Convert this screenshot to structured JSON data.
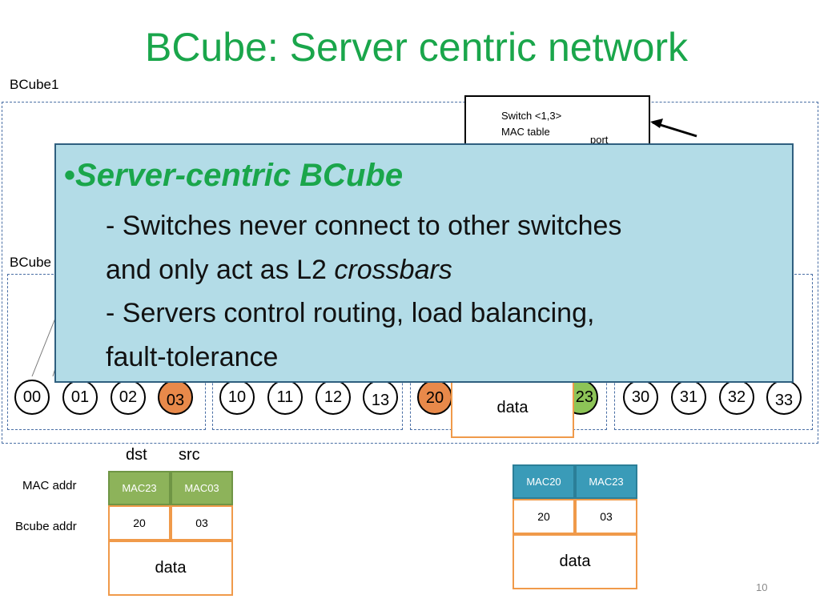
{
  "title": "BCube: Server centric network",
  "labels": {
    "bcube1": "BCube1",
    "bcube0_partial": "BCube",
    "dst": "dst",
    "src": "src",
    "mac_addr": "MAC addr",
    "bcube_addr": "Bcube addr"
  },
  "switch_box": {
    "line1": "Switch <1,3>",
    "line2": "MAC table",
    "port": "port"
  },
  "nodes": {
    "n00": "00",
    "n01": "01",
    "n02": "02",
    "n03": "03",
    "n10": "10",
    "n11": "11",
    "n12": "12",
    "n13": "13",
    "n20": "20",
    "n23": "23",
    "n30": "30",
    "n31": "31",
    "n32": "32",
    "n33": "33"
  },
  "inline_packet": {
    "data": "data"
  },
  "packet_left": {
    "mac_dst": "MAC23",
    "mac_src": "MAC03",
    "bc_dst": "20",
    "bc_src": "03",
    "data": "data"
  },
  "packet_right": {
    "mac_dst": "MAC20",
    "mac_src": "MAC23",
    "bc_dst": "20",
    "bc_src": "03",
    "data": "data"
  },
  "overlay": {
    "bullet": "•",
    "heading": "Server-centric BCube",
    "line1": "- Switches never connect to other switches",
    "line2_a": "and only act as L2 ",
    "line2_b": "crossbars",
    "line3": "- Servers control routing,  load balancing,",
    "line4": "fault-tolerance"
  },
  "page_number": "10",
  "colors": {
    "title_green": "#1aa64b",
    "overlay_bg": "#b3dce7",
    "node_orange": "#e8894a",
    "node_green": "#8dc457",
    "mac_left_green": "#8db35a",
    "mac_right_teal": "#3a9bb8",
    "packet_border": "#f09a4a"
  }
}
